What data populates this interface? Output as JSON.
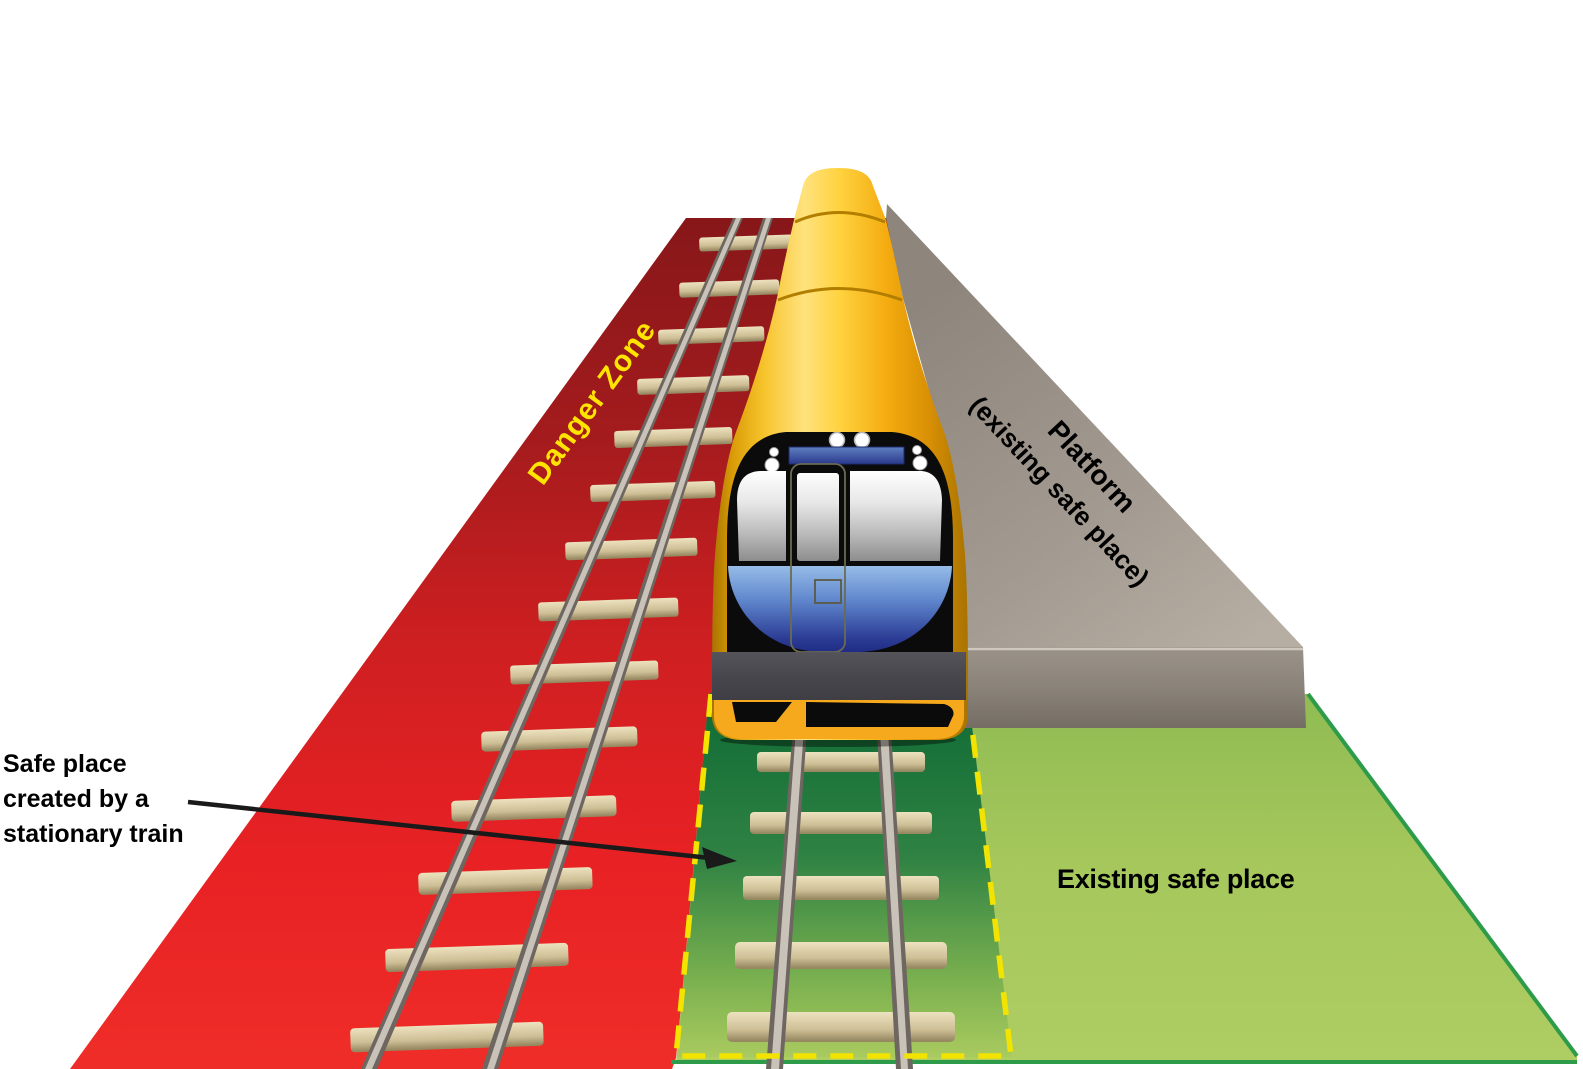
{
  "diagram": {
    "subject": "railway-safety-zones",
    "zones": {
      "danger": {
        "label": "Danger Zone"
      },
      "platform": {
        "label_line1": "Platform",
        "label_line2": "(existing safe place)"
      },
      "existing_safe": {
        "label": "Existing safe place"
      },
      "train_safe": {
        "label_line1": "Safe place",
        "label_line2": "created by a",
        "label_line3": "stationary train"
      }
    }
  },
  "colors": {
    "danger_red_top": "#871719",
    "danger_red_bottom": "#ee2125",
    "danger_label_yellow": "#ffe400",
    "dash_yellow": "#f2e300",
    "safe_green_light": "#a9c95d",
    "safe_green_dark": "#0e6a34",
    "safe_border_green": "#2e9b4a",
    "platform_gray": "#958d84",
    "train_yellow": "#f7b519",
    "label_black": "#000000",
    "sleeper_tan": "#d9cb9f",
    "rail_gray": "#a39a92"
  }
}
